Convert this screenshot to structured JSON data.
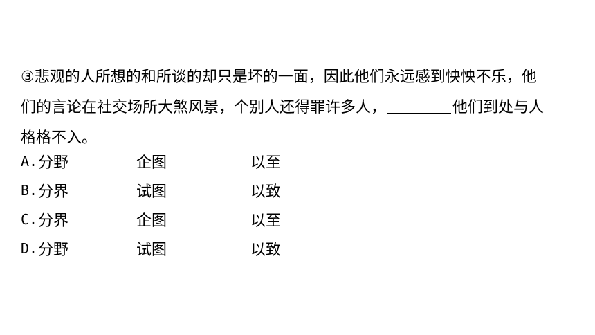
{
  "question": {
    "line1": "③悲观的人所想的和所谈的却只是坏的一面，因此他们永远感到怏怏不乐，他",
    "line2_before": "们的言论在社交场所大煞风景，个别人还得罪许多人，",
    "line2_after": "他们到处与人",
    "line3": "格格不入。"
  },
  "options": [
    {
      "letter": "A.",
      "w1": "分野",
      "w2": "企图",
      "w3": "以至"
    },
    {
      "letter": "B.",
      "w1": "分界",
      "w2": "试图",
      "w3": "以致"
    },
    {
      "letter": "C.",
      "w1": "分界",
      "w2": "企图",
      "w3": "以至"
    },
    {
      "letter": "D.",
      "w1": "分野",
      "w2": "试图",
      "w3": "以致"
    }
  ]
}
